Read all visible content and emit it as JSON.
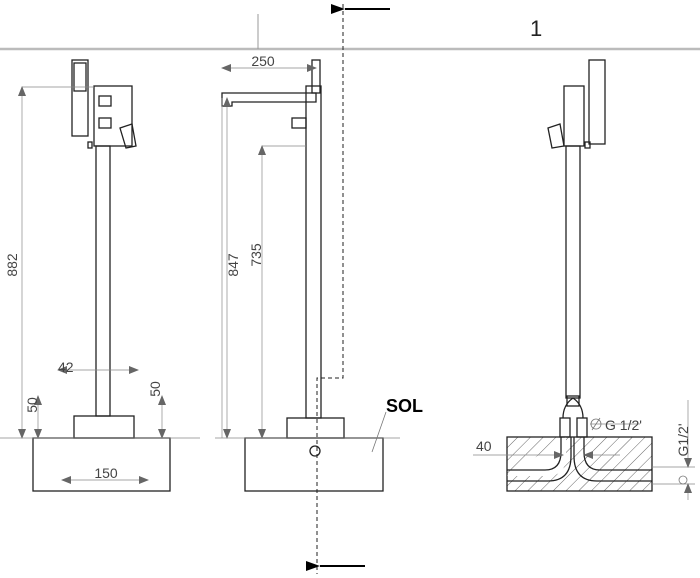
{
  "sheet": {
    "number": "1"
  },
  "labels": {
    "floor": "SOL"
  },
  "dimensions": {
    "total_height_left": "882",
    "spout_reach": "250",
    "total_height_middle": "847",
    "spout_height": "735",
    "column_width": "42",
    "base_height_left": "50",
    "base_height_right": "50",
    "base_width": "150",
    "pipe_spacing": "40",
    "thread_top": "G 1/2'",
    "thread_side": "G1/2'"
  },
  "colors": {
    "line": "#222222",
    "dimension": "#888888",
    "hatch": "#555555"
  }
}
